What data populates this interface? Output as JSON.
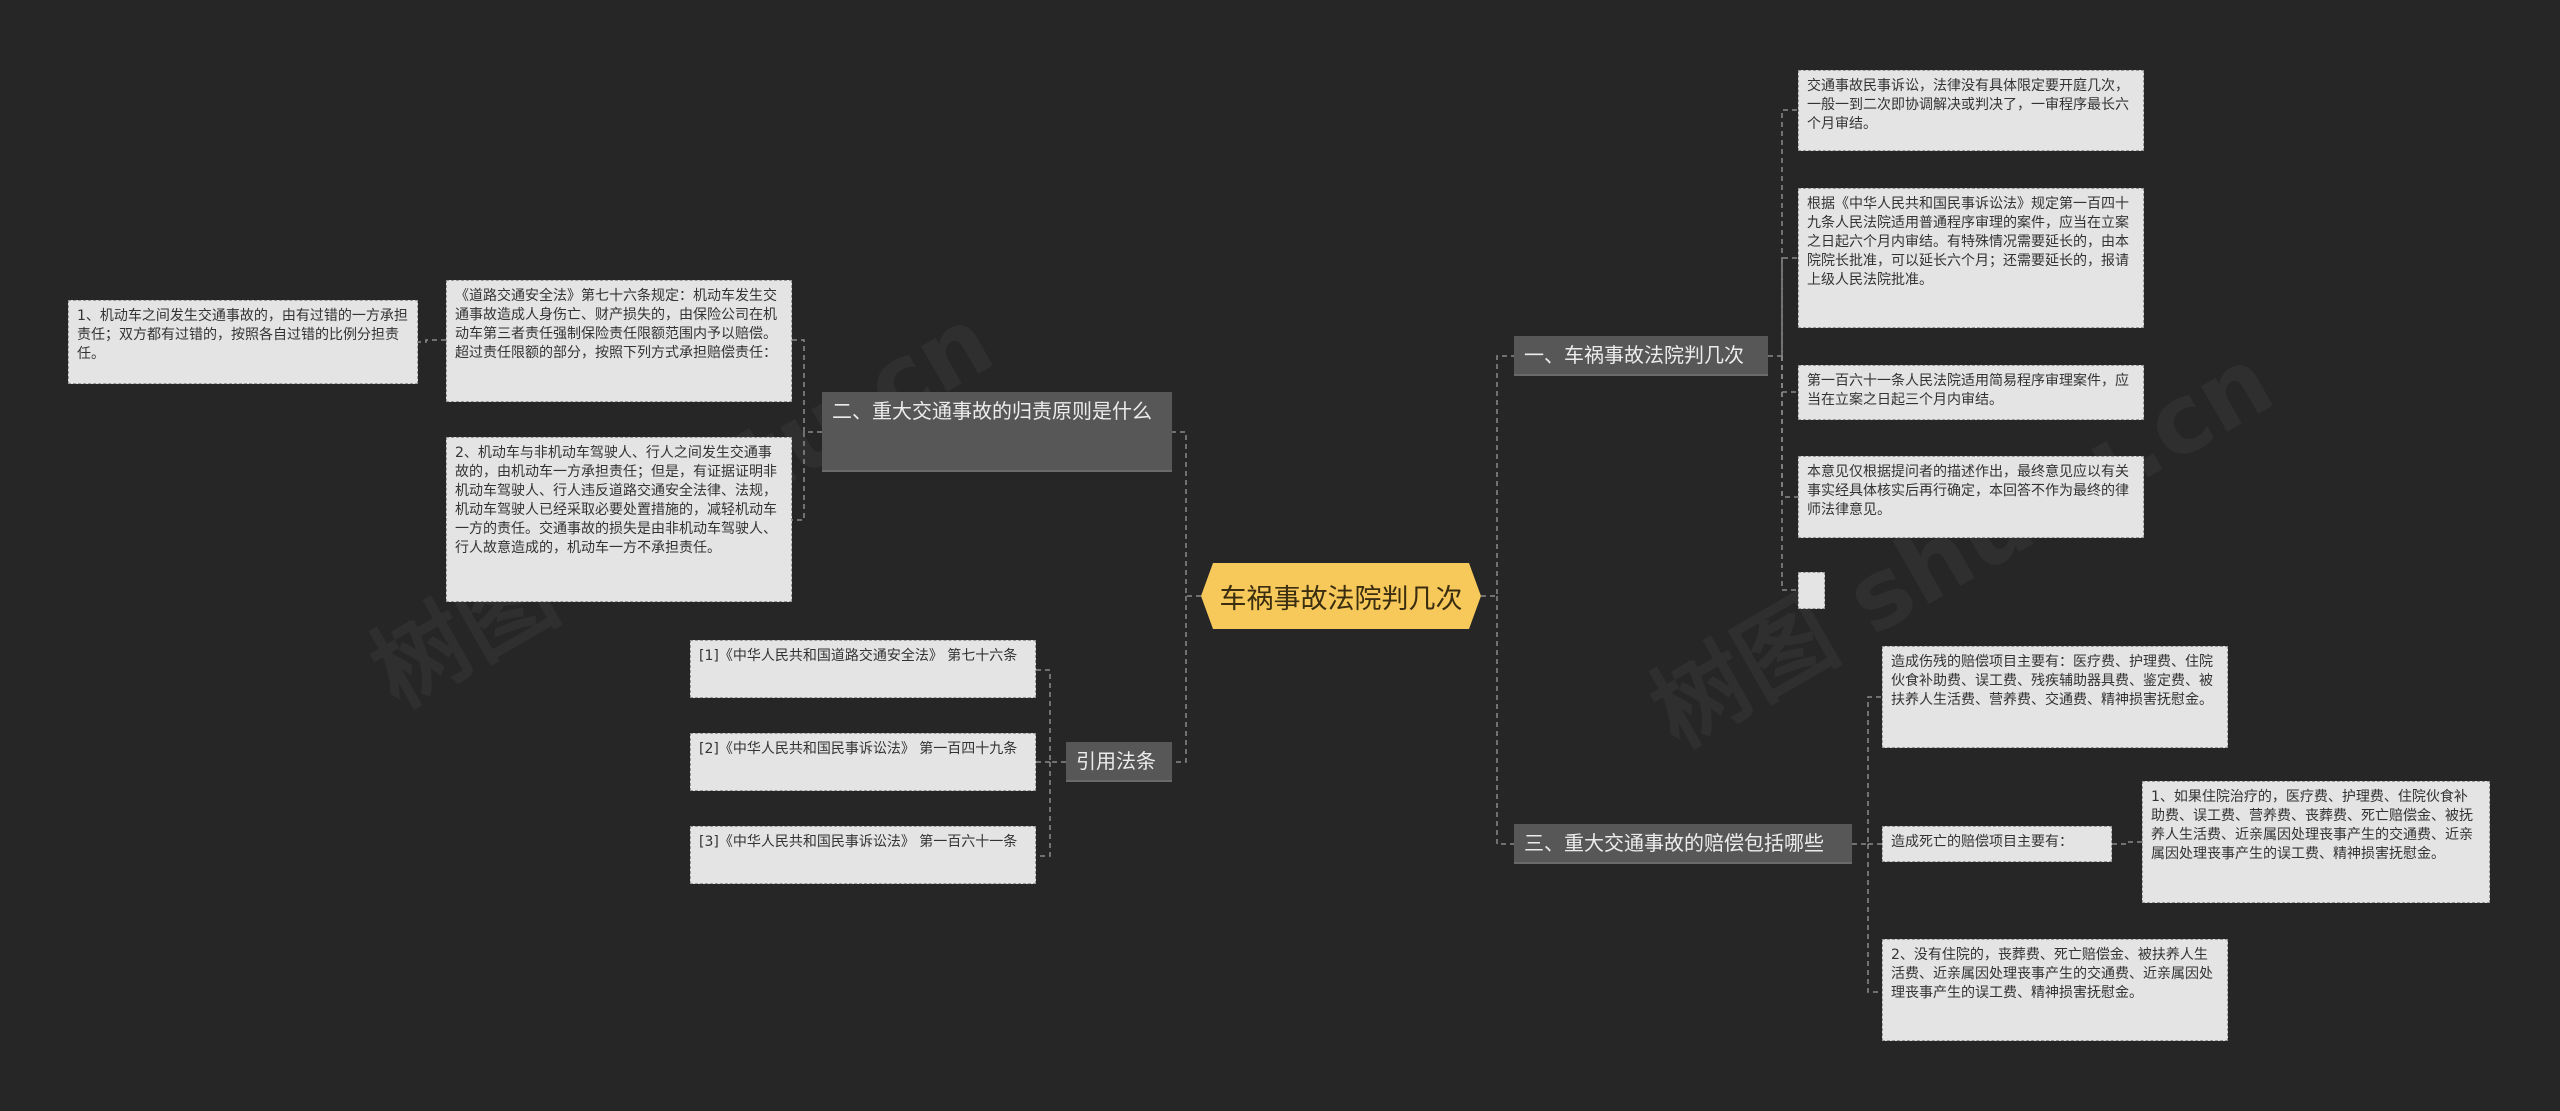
{
  "root": {
    "label": "车祸事故法院判几次"
  },
  "branches": {
    "b1": "一、车祸事故法院判几次",
    "b2": "二、重大交通事故的归责原则是什么",
    "b3": "三、重大交通事故的赔偿包括哪些",
    "b4": "引用法条"
  },
  "leaves": {
    "b1_1": "交通事故民事诉讼，法律没有具体限定要开庭几次，一般一到二次即协调解决或判决了，一审程序最长六个月审结。",
    "b1_2": "根据《中华人民共和国民事诉讼法》规定第一百四十九条人民法院适用普通程序审理的案件，应当在立案之日起六个月内审结。有特殊情况需要延长的，由本院院长批准，可以延长六个月；还需要延长的，报请上级人民法院批准。",
    "b1_3": "第一百六十一条人民法院适用简易程序审理案件，应当在立案之日起三个月内审结。",
    "b1_4": "本意见仅根据提问者的描述作出，最终意见应以有关事实经具体核实后再行确定，本回答不作为最终的律师法律意见。",
    "b2_1": "《道路交通安全法》第七十六条规定：机动车发生交通事故造成人身伤亡、财产损失的，由保险公司在机动车第三者责任强制保险责任限额范围内予以赔偿。超过责任限额的部分，按照下列方式承担赔偿责任：",
    "b2_1_1": "1、机动车之间发生交通事故的，由有过错的一方承担责任；双方都有过错的，按照各自过错的比例分担责任。",
    "b2_2": "2、机动车与非机动车驾驶人、行人之间发生交通事故的，由机动车一方承担责任；但是，有证据证明非机动车驾驶人、行人违反道路交通安全法律、法规，机动车驾驶人已经采取必要处置措施的，减轻机动车一方的责任。交通事故的损失是由非机动车驾驶人、行人故意造成的，机动车一方不承担责任。",
    "b3_1": "造成伤残的赔偿项目主要有：医疗费、护理费、住院伙食补助费、误工费、残疾辅助器具费、鉴定费、被扶养人生活费、营养费、交通费、精神损害抚慰金。",
    "b3_2": "造成死亡的赔偿项目主要有：",
    "b3_2_1": "1、如果住院治疗的，医疗费、护理费、住院伙食补助费、误工费、营养费、丧葬费、死亡赔偿金、被抚养人生活费、近亲属因处理丧事产生的交通费、近亲属因处理丧事产生的误工费、精神损害抚慰金。",
    "b3_3": "2、没有住院的，丧葬费、死亡赔偿金、被扶养人生活费、近亲属因处理丧事产生的交通费、近亲属因处理丧事产生的误工费、精神损害抚慰金。",
    "b4_1": "[1]《中华人民共和国道路交通安全法》 第七十六条",
    "b4_2": "[2]《中华人民共和国民事诉讼法》 第一百四十九条",
    "b4_3": "[3]《中华人民共和国民事诉讼法》 第一百六十一条"
  },
  "colors": {
    "background": "#262626",
    "root_fill": "#f6c95a",
    "branch_fill": "#575757",
    "leaf_fill": "#e4e4e4",
    "connector": "#8a8a8a"
  }
}
